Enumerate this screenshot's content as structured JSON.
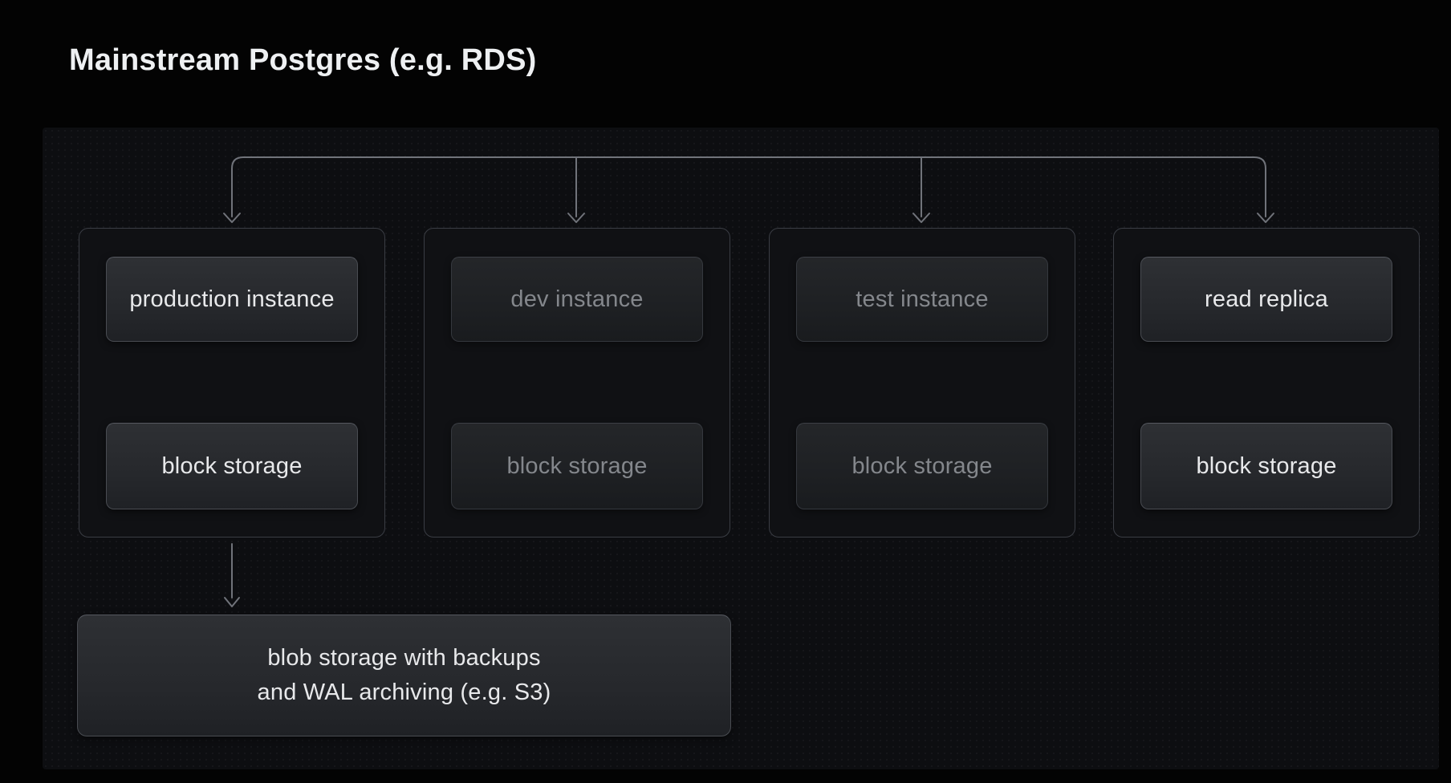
{
  "title": "Mainstream Postgres (e.g. RDS)",
  "diagram": {
    "groups": [
      {
        "instance_label": "production instance",
        "storage_label": "block storage",
        "emphasis": "bright"
      },
      {
        "instance_label": "dev instance",
        "storage_label": "block storage",
        "emphasis": "dim"
      },
      {
        "instance_label": "test instance",
        "storage_label": "block storage",
        "emphasis": "dim"
      },
      {
        "instance_label": "read replica",
        "storage_label": "block storage",
        "emphasis": "bright"
      }
    ],
    "blob_storage": {
      "line1": "blob storage with backups",
      "line2": "and WAL archiving (e.g. S3)"
    }
  },
  "colors": {
    "page_bg": "#030303",
    "panel_bg": "#0d0e11",
    "title_text": "#eef0f2",
    "node_text_bright": "#e8e9eb",
    "node_text_dim": "#84878c",
    "connector": "#70737a"
  }
}
